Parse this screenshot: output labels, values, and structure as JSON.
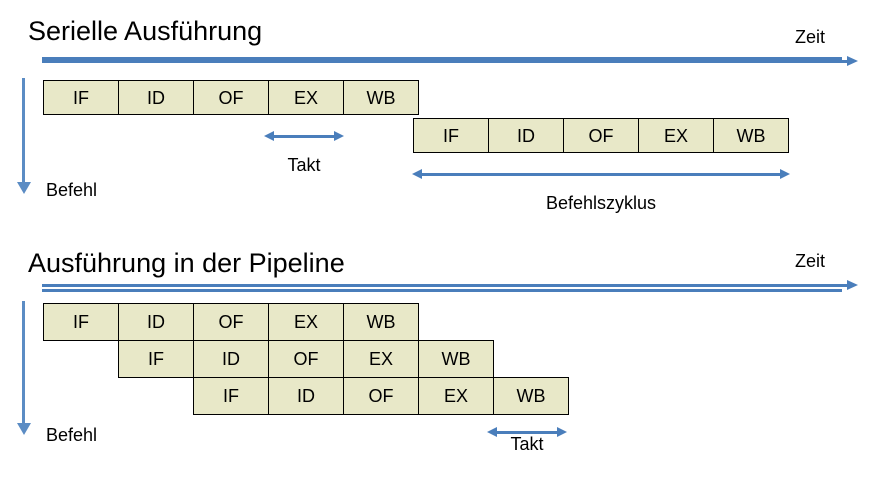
{
  "colors": {
    "box_fill": "#e8e8c8",
    "box_border": "#000000",
    "accent_blue": "#4a7ebb",
    "arrow_blue": "#5b8cc4",
    "text": "#000000",
    "background": "#ffffff"
  },
  "serial": {
    "title": "Serielle Ausführung",
    "time_label": "Zeit",
    "instruction_label": "Befehl",
    "rows": [
      {
        "stages": [
          "IF",
          "ID",
          "OF",
          "EX",
          "WB"
        ]
      },
      {
        "stages": [
          "IF",
          "ID",
          "OF",
          "EX",
          "WB"
        ]
      }
    ],
    "measures": [
      {
        "label": "Takt"
      },
      {
        "label": "Befehlszyklus"
      }
    ]
  },
  "pipeline": {
    "title": "Ausführung in der Pipeline",
    "time_label": "Zeit",
    "instruction_label": "Befehl",
    "rows": [
      {
        "stages": [
          "IF",
          "ID",
          "OF",
          "EX",
          "WB"
        ]
      },
      {
        "stages": [
          "IF",
          "ID",
          "OF",
          "EX",
          "WB"
        ]
      },
      {
        "stages": [
          "IF",
          "ID",
          "OF",
          "EX",
          "WB"
        ]
      }
    ],
    "measures": [
      {
        "label": "Takt"
      }
    ]
  }
}
